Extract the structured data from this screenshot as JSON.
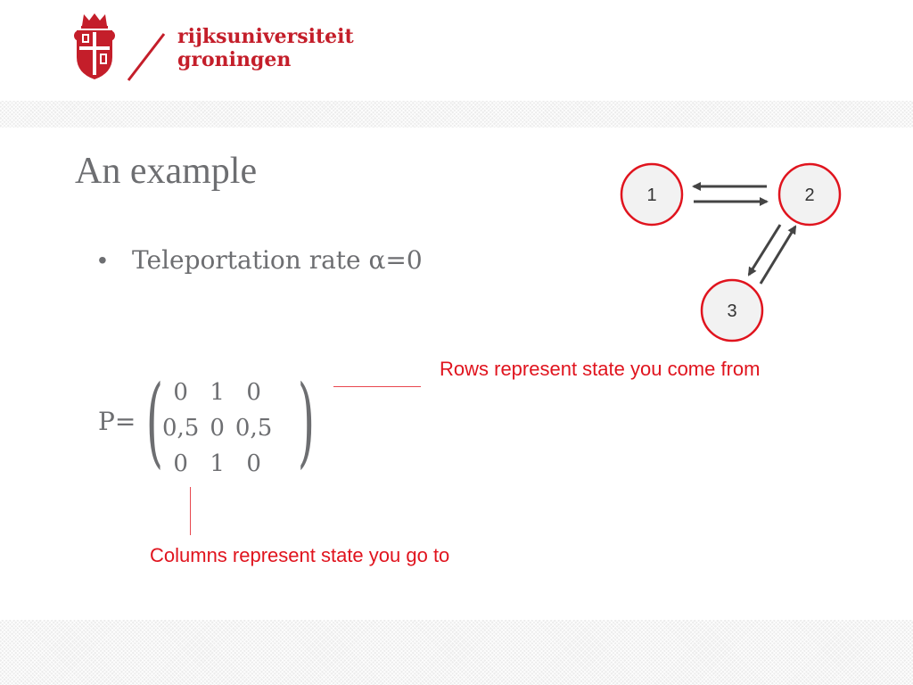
{
  "logo": {
    "line1": "rijksuniversiteit",
    "line2": "groningen"
  },
  "slide": {
    "title": "An example",
    "bullet_marker": "•",
    "bullet": "Teleportation rate α=0"
  },
  "matrix": {
    "label": "P=",
    "rows": [
      [
        "0",
        "1",
        "0"
      ],
      [
        "0,5",
        "0",
        "0,5"
      ],
      [
        "0",
        "1",
        "0"
      ]
    ]
  },
  "annotations": {
    "rows": "Rows represent state you come from",
    "columns": "Columns represent state you go to"
  },
  "graph": {
    "nodes": [
      "1",
      "2",
      "3"
    ],
    "edges": [
      [
        "1",
        "2"
      ],
      [
        "2",
        "1"
      ],
      [
        "2",
        "3"
      ],
      [
        "3",
        "2"
      ]
    ],
    "node_stroke": "#e0141e",
    "node_fill": "#f2f2f2",
    "arrow_color": "#444444"
  },
  "colors": {
    "brand_red": "#c41e2a",
    "annotation_red": "#e0141e",
    "text_gray": "#6d6e71"
  }
}
